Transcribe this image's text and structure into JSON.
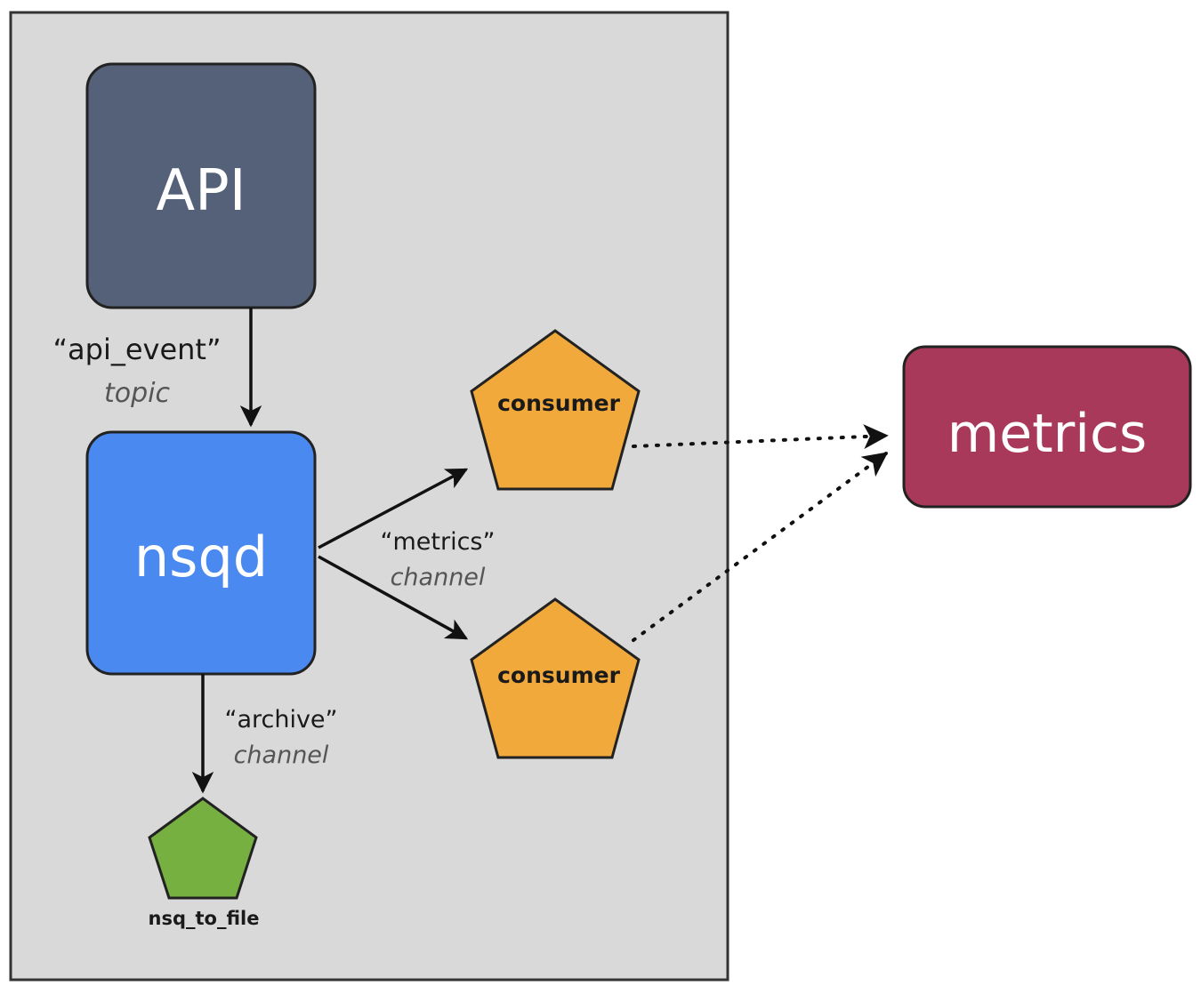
{
  "nodes": {
    "api": {
      "label": "API",
      "color": "#546178"
    },
    "nsqd": {
      "label": "nsqd",
      "color": "#4a89f0"
    },
    "metrics": {
      "label": "metrics",
      "color": "#a8395a"
    },
    "consumer_top": {
      "label": "consumer",
      "color": "#f2a93b"
    },
    "consumer_bottom": {
      "label": "consumer",
      "color": "#f2a93b"
    },
    "nsq_to_file": {
      "label": "nsq_to_file",
      "color": "#76b041"
    }
  },
  "edges": {
    "api_event": {
      "name": "“api_event”",
      "kind": "topic"
    },
    "metrics_channel": {
      "name": "“metrics”",
      "kind": "channel"
    },
    "archive_channel": {
      "name": "“archive”",
      "kind": "channel"
    }
  },
  "container": {
    "fill": "#d9d9d9",
    "stroke": "#333333"
  }
}
